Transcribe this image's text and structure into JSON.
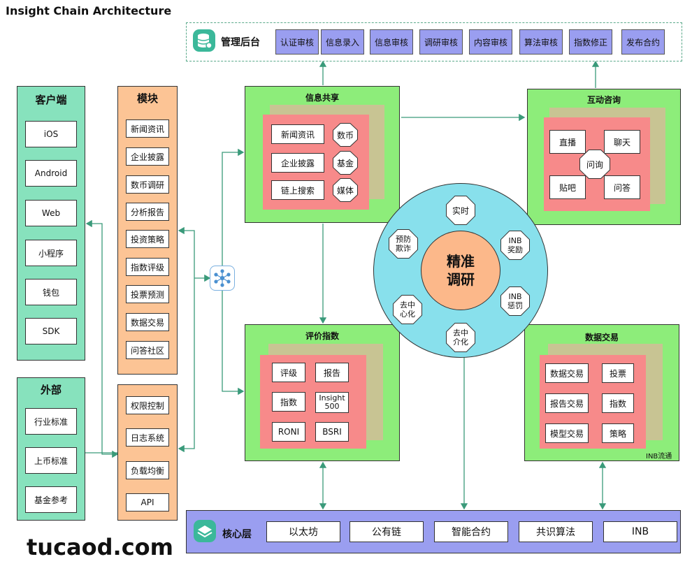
{
  "title": "Insight Chain Architecture",
  "watermark": "tucaod.com",
  "management": {
    "title": "管理后台",
    "items": [
      "认证审核",
      "信息录入",
      "信息审核",
      "调研审核",
      "内容审核",
      "算法审核",
      "指数修正",
      "发布合约"
    ]
  },
  "clients": {
    "title": "客户端",
    "items": [
      "iOS",
      "Android",
      "Web",
      "小程序",
      "钱包",
      "SDK"
    ]
  },
  "external": {
    "title": "外部",
    "items": [
      "行业标准",
      "上币标准",
      "基金参考"
    ]
  },
  "modules": {
    "title": "模块",
    "items": [
      "新闻资讯",
      "企业披露",
      "数币调研",
      "分析报告",
      "投资策略",
      "指数评级",
      "投票预测",
      "数据交易",
      "问答社区"
    ]
  },
  "system": {
    "items": [
      "权限控制",
      "日志系统",
      "负载均衡",
      "API"
    ]
  },
  "info_share": {
    "title": "信息共享",
    "items": [
      "新闻资讯",
      "企业披露",
      "链上搜索"
    ],
    "octagons": [
      "数币",
      "基金",
      "媒体"
    ]
  },
  "interaction": {
    "title": "互动咨询",
    "items": [
      "直播",
      "聊天",
      "贴吧",
      "问答"
    ],
    "center": "问询"
  },
  "rating": {
    "title": "评价指数",
    "items": [
      "评级",
      "报告",
      "指数",
      "Insight 500",
      "RONI",
      "BSRI"
    ]
  },
  "data_trade": {
    "title": "数据交易",
    "items": [
      "数据交易",
      "投票",
      "报告交易",
      "指数",
      "模型交易",
      "策略"
    ],
    "footnote": "INB流通"
  },
  "center": {
    "title_line1": "精准",
    "title_line2": "调研",
    "ring": [
      "实时",
      "INB 奖励",
      "INB 惩罚",
      "去中 介化",
      "去中 心化",
      "预防 欺诈"
    ]
  },
  "core": {
    "title": "核心层",
    "items": [
      "以太坊",
      "公有链",
      "智能合约",
      "共识算法",
      "INB"
    ]
  },
  "colors": {
    "green": "#87e2bd",
    "orange": "#fcc495",
    "panel": "#8ded7a",
    "pink": "#f78a8a",
    "purple": "#9a9ef0",
    "cyan": "#88e0ec",
    "teal": "#3bb89a"
  }
}
